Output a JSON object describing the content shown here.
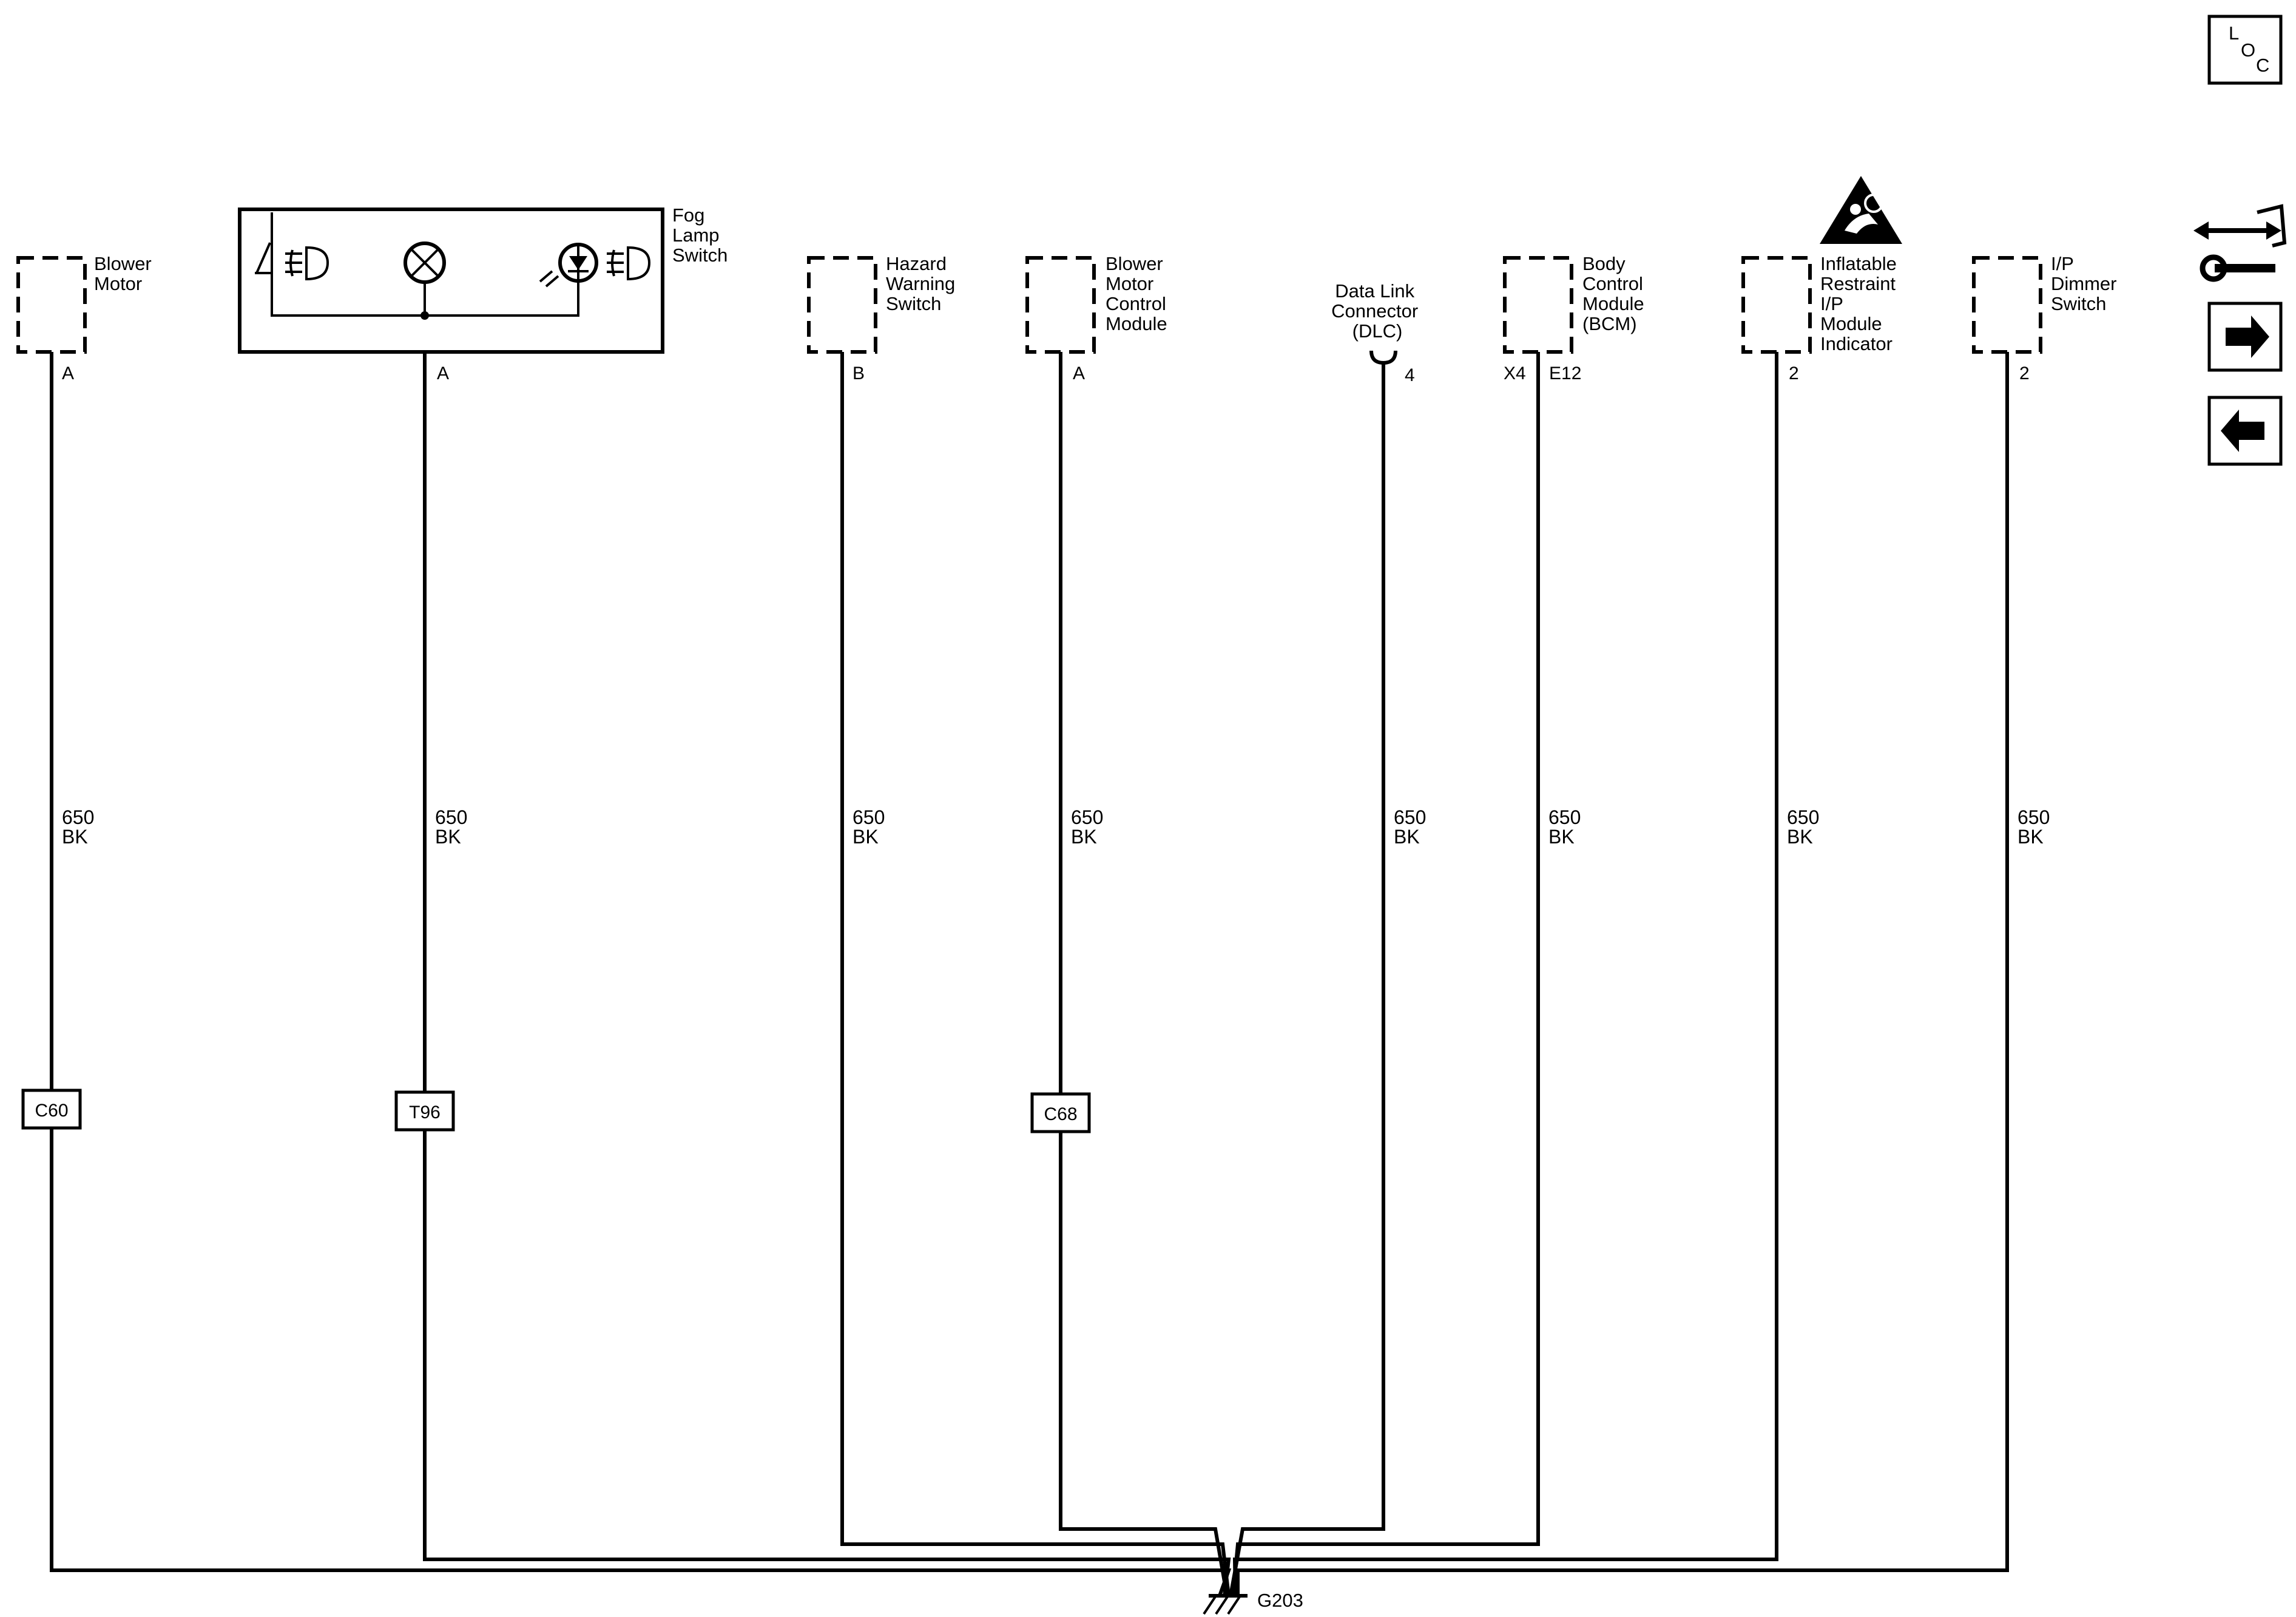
{
  "components": {
    "blower_motor": [
      "Blower",
      "Motor"
    ],
    "fog_lamp_switch": [
      "Fog",
      "Lamp",
      "Switch"
    ],
    "hazard_warning_switch": [
      "Hazard",
      "Warning",
      "Switch"
    ],
    "blower_motor_control_module": [
      "Blower",
      "Motor",
      "Control",
      "Module"
    ],
    "data_link_connector": [
      "Data Link",
      "Connector",
      "(DLC)"
    ],
    "body_control_module": [
      "Body",
      "Control",
      "Module",
      "(BCM)"
    ],
    "inflatable_restraint_indicator": [
      "Inflatable",
      "Restraint",
      "I/P",
      "Module",
      "Indicator"
    ],
    "ip_dimmer_switch": [
      "I/P",
      "Dimmer",
      "Switch"
    ]
  },
  "pins": {
    "blower_motor": "A",
    "fog_lamp_switch": "A",
    "hazard_warning_switch": "B",
    "blower_motor_control_module": "A",
    "data_link_connector": "4",
    "bcm_connector": "X4",
    "bcm_pin": "E12",
    "inflatable_restraint_indicator": "2",
    "ip_dimmer_switch": "2"
  },
  "wire": {
    "circuit": "650",
    "color": "BK"
  },
  "inline_connectors": {
    "c60": "C60",
    "t96": "T96",
    "c68": "C68"
  },
  "ground": "G203",
  "nav": {
    "loc": [
      "L",
      "O",
      "C"
    ],
    "icons": [
      "connector-wrench-icon",
      "next-arrow-icon",
      "back-arrow-icon"
    ]
  }
}
